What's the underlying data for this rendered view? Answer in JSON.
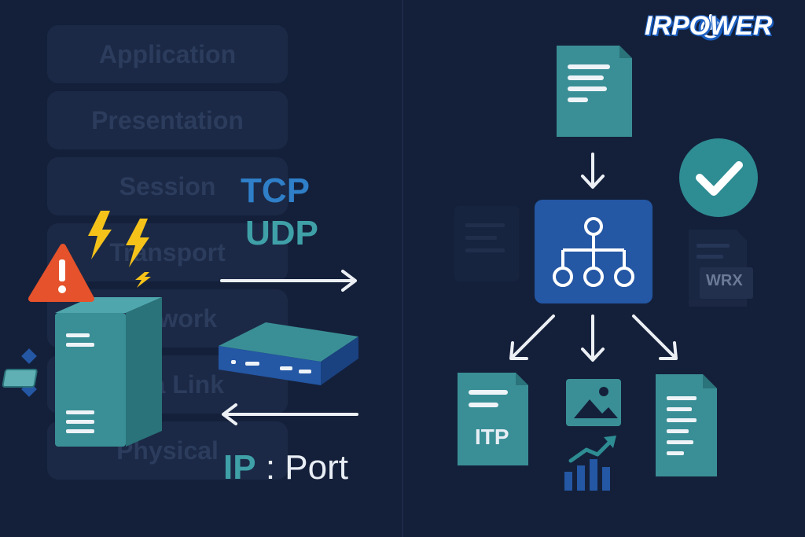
{
  "osi_layers": [
    "Application",
    "Presentation",
    "Session",
    "Transport",
    "Network",
    "Data Link",
    "Physical"
  ],
  "protocols": {
    "tcp": "TCP",
    "udp": "UDP"
  },
  "endpoint": {
    "ip": "IP",
    "separator": ":",
    "port": "Port"
  },
  "brand": {
    "name": "IRPOWER"
  },
  "files": {
    "itp_label": "ITP",
    "wrx_label": "WRX"
  },
  "colors": {
    "background": "#14203a",
    "teal": "#3a8f96",
    "blue": "#2457a4",
    "warning_red": "#e5522b",
    "lightning": "#f5c21a",
    "check_badge": "#2e8c93",
    "arrow": "#ecf0f5"
  },
  "icons": [
    "warning-icon",
    "lightning-icon",
    "server-icon",
    "router-icon",
    "document-icon",
    "hierarchy-icon",
    "check-icon",
    "image-icon",
    "growth-chart-icon"
  ]
}
